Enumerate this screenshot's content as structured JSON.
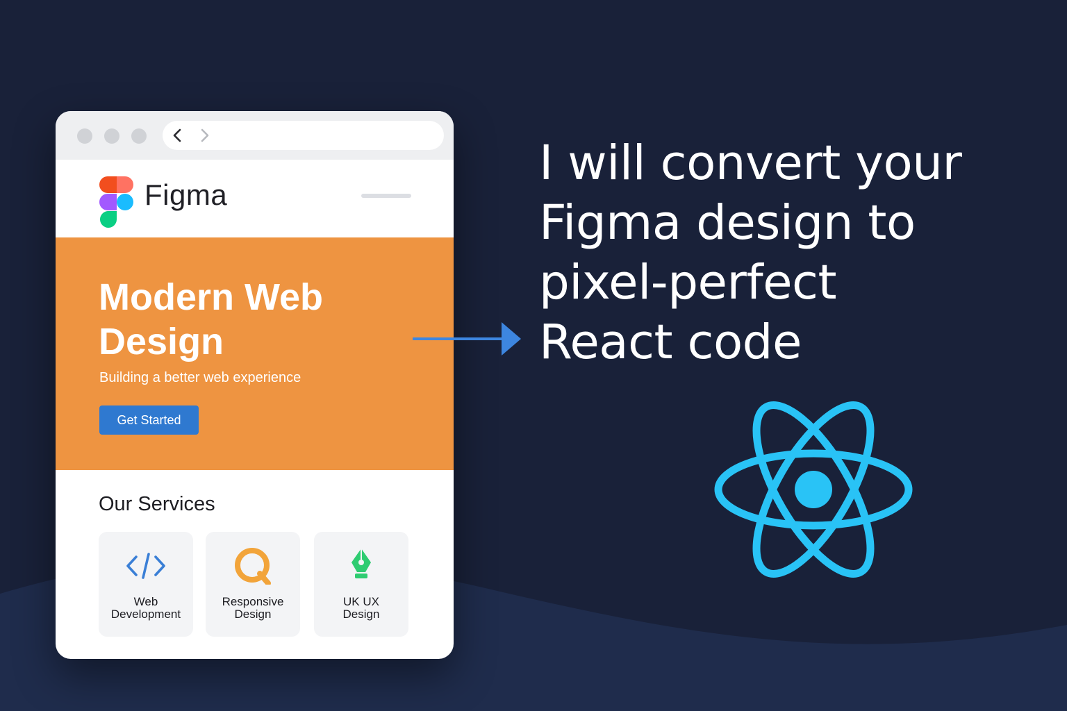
{
  "browser": {
    "site": {
      "brand": "Figma",
      "hero": {
        "title_line1": "Modern Web",
        "title_line2": "Design",
        "subtitle": "Building a better web experience",
        "cta_label": "Get Started"
      },
      "services": {
        "title": "Our Services",
        "items": [
          {
            "line1": "Web",
            "line2": "Development",
            "icon": "code-icon",
            "color": "#3a7fd6"
          },
          {
            "line1": "Responsive",
            "line2": "Design",
            "icon": "magnifier-icon",
            "color": "#f2a43a"
          },
          {
            "line1": "UK UX",
            "line2": "Design",
            "icon": "pen-tool-icon",
            "color": "#2ecc71"
          }
        ]
      }
    }
  },
  "headline": {
    "lines": [
      "I will convert your",
      "Figma design to",
      "pixel-perfect",
      "React code"
    ]
  },
  "colors": {
    "background": "#192139",
    "wave": "#1f2c4c",
    "hero": "#ee9441",
    "cta": "#2f79d0",
    "arrow": "#3d86e0",
    "react": "#29c3f6"
  },
  "icons": [
    "figma-logo",
    "react-logo",
    "arrow-right-icon",
    "chevron-left-icon",
    "chevron-right-icon"
  ]
}
